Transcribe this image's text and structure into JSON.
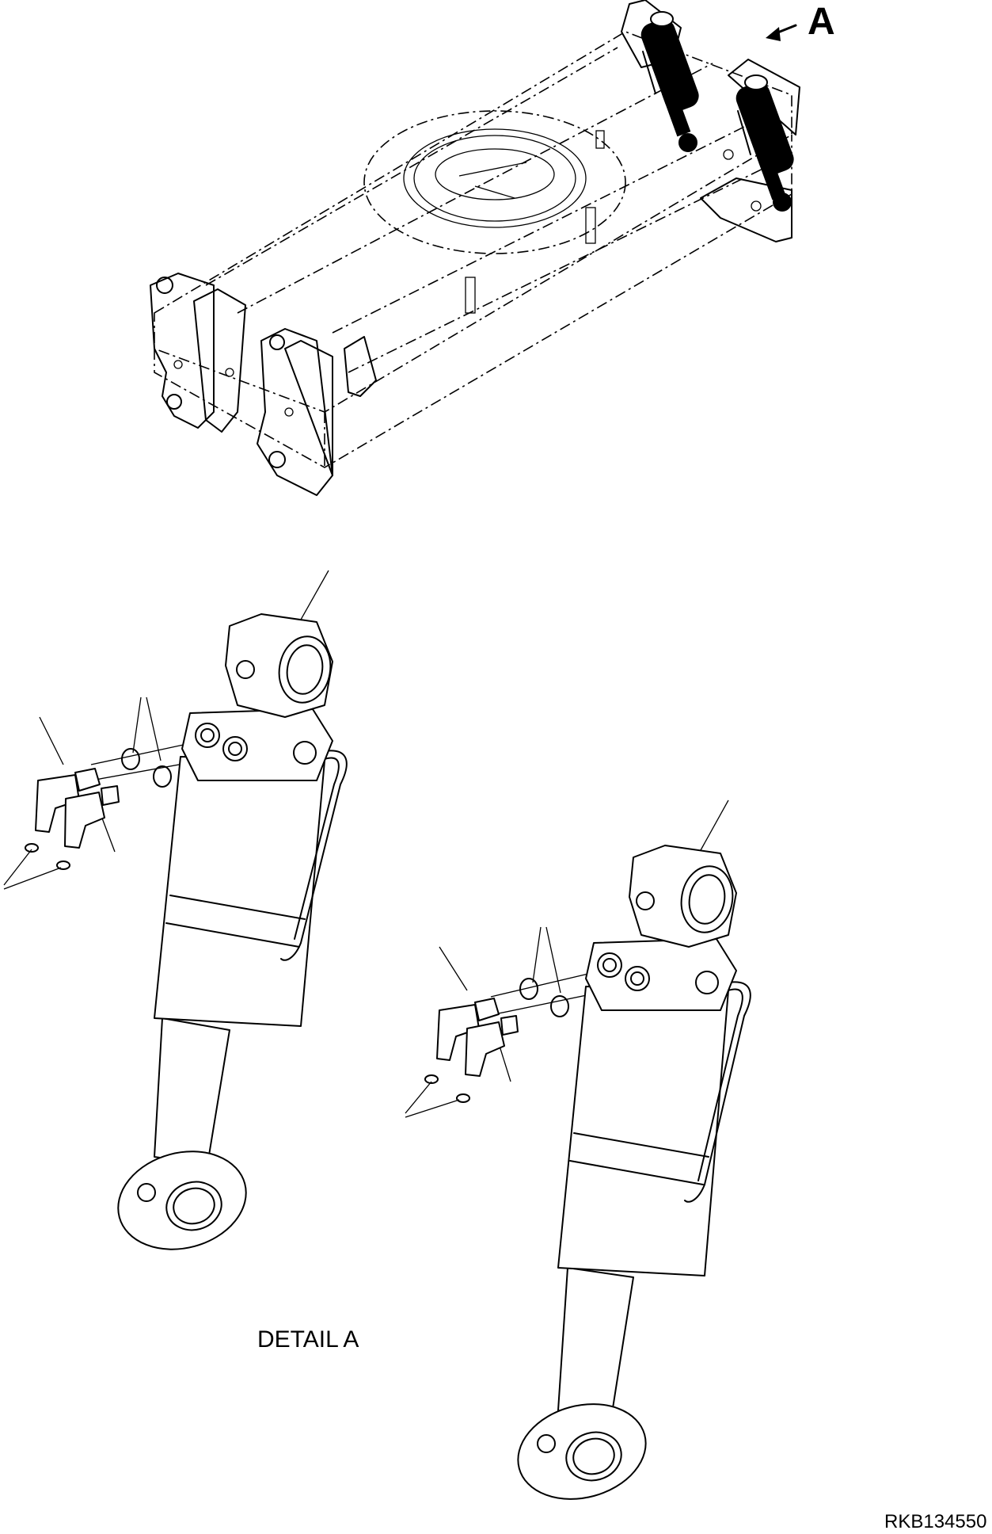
{
  "labels": {
    "view_arrow": "A",
    "detail": "DETAIL A",
    "reference": "RKB134550"
  },
  "colors": {
    "ink": "#000000",
    "paper": "#ffffff"
  },
  "icons": [
    "view-direction-arrow-icon"
  ]
}
